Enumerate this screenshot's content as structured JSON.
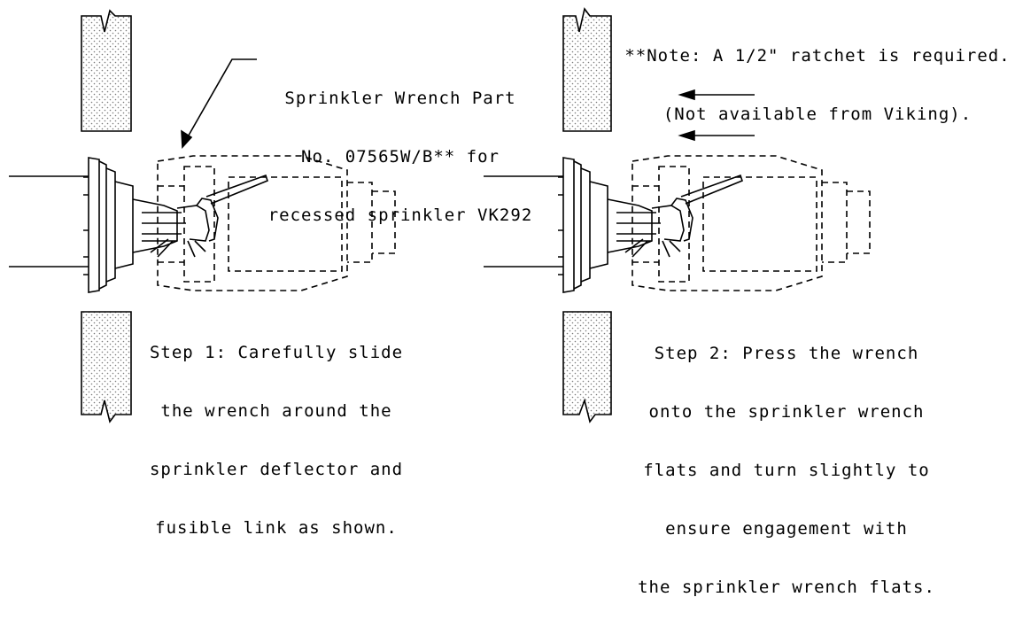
{
  "callout": {
    "lines": [
      "Sprinkler Wrench Part",
      "No. 07565W/B** for",
      "recessed sprinkler VK292"
    ]
  },
  "step1": {
    "lines": [
      "Step 1: Carefully slide",
      "the wrench around the",
      "sprinkler deflector and",
      "fusible link as shown."
    ]
  },
  "step2": {
    "lines": [
      "Step 2: Press the wrench",
      "onto the sprinkler wrench",
      "flats and turn slightly to",
      "ensure engagement with",
      "the sprinkler wrench flats."
    ]
  },
  "note": {
    "lines": [
      "**Note: A 1/2\" ratchet is required.",
      "(Not available from Viking)."
    ]
  },
  "colors": {
    "line": "#000000",
    "background": "#ffffff",
    "stipple": "#7a7a7a"
  }
}
